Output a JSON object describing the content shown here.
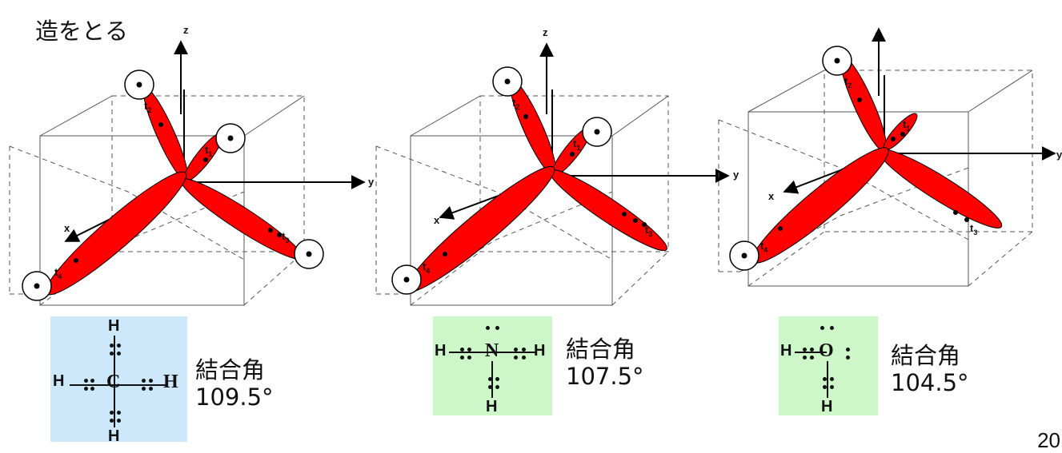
{
  "heading": "造をとる",
  "axes": {
    "x": "x",
    "y": "y",
    "z": "z"
  },
  "orbital_labels": {
    "t": "t",
    "n1": "1",
    "n2": "2",
    "n3": "3",
    "n4": "4"
  },
  "molecules": [
    {
      "atoms": {
        "center": "C",
        "top": "H",
        "left": "H",
        "right": "H",
        "bottom": "H"
      },
      "angle_label": "結合角",
      "angle_value": "109.5°"
    },
    {
      "atoms": {
        "center": "N",
        "left": "H",
        "right": "H",
        "bottom": "H"
      },
      "angle_label": "結合角",
      "angle_value": "107.5°"
    },
    {
      "atoms": {
        "center": "O",
        "left": "H",
        "bottom": "H"
      },
      "angle_label": "結合角",
      "angle_value": "104.5°"
    }
  ],
  "page_number": "20",
  "colors": {
    "lobe": "#ff0000",
    "ch4_box": "#cde8fb",
    "nh3_box": "#cdf7c8",
    "h2o_box": "#cdf7c8"
  }
}
